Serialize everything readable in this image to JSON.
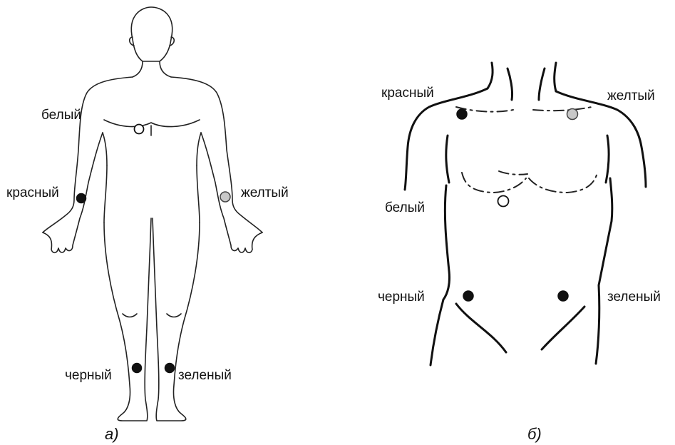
{
  "panel_a": {
    "caption": "а)",
    "electrodes": [
      {
        "label": "белый",
        "color": "#ffffff"
      },
      {
        "label": "красный",
        "color": "#111111"
      },
      {
        "label": "желтый",
        "color": "#c8c8c8"
      },
      {
        "label": "черный",
        "color": "#111111"
      },
      {
        "label": "зеленый",
        "color": "#111111"
      }
    ]
  },
  "panel_b": {
    "caption": "б)",
    "electrodes": [
      {
        "label": "красный",
        "color": "#111111"
      },
      {
        "label": "желтый",
        "color": "#c8c8c8"
      },
      {
        "label": "белый",
        "color": "#ffffff"
      },
      {
        "label": "черный",
        "color": "#111111"
      },
      {
        "label": "зеленый",
        "color": "#111111"
      }
    ]
  }
}
